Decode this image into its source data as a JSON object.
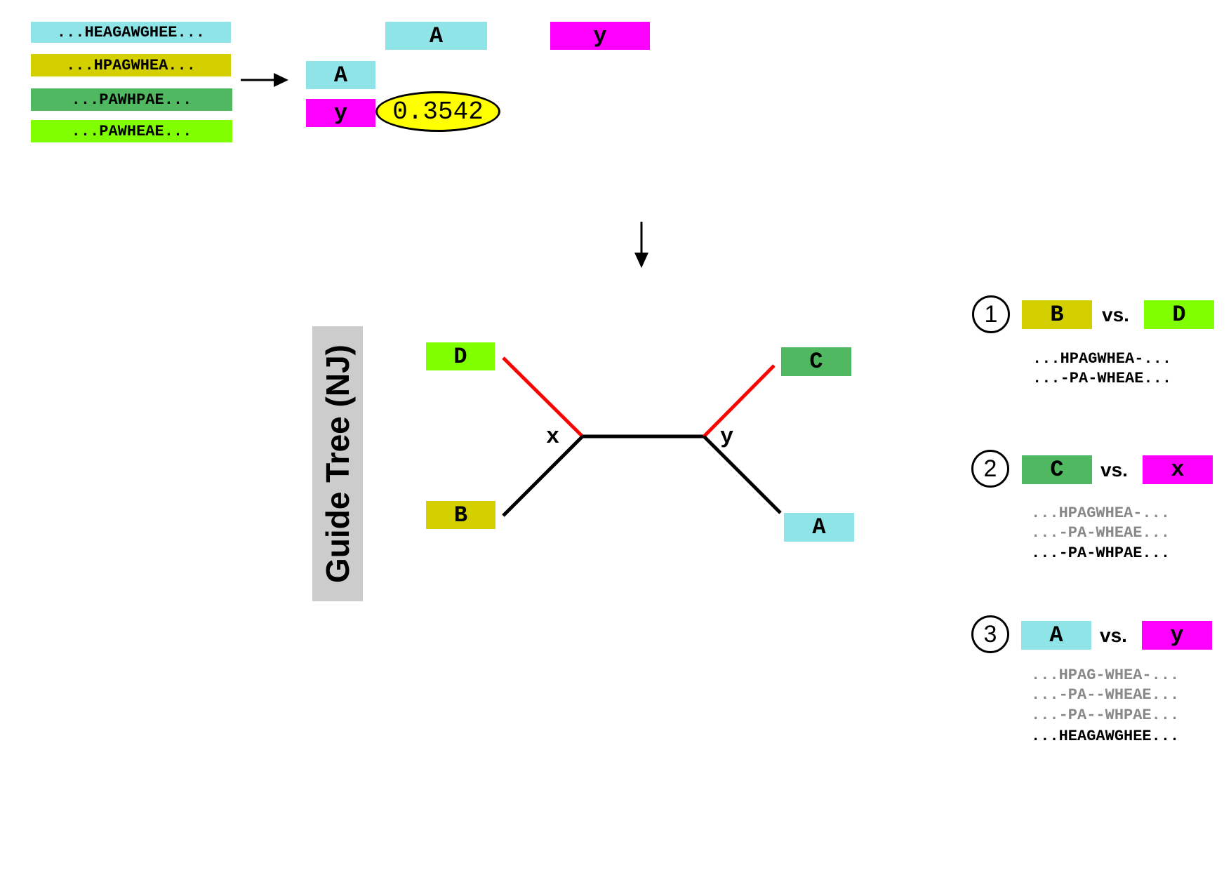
{
  "colors": {
    "cyan": "#8ee4e6",
    "olive": "#d4d000",
    "green": "#4fb860",
    "lime": "#80ff00",
    "magenta": "#ff00ff",
    "yellow": "#ffff00",
    "red": "#ff0000",
    "gray_text": "#888888",
    "guide_bg": "#cccccc"
  },
  "sequences": [
    "...HEAGAWGHEE...",
    "...HPAGWHEA...",
    "...PAWHPAE...",
    "...PAWHEAE..."
  ],
  "matrix": {
    "col_a": "A",
    "col_y": "y",
    "row_a": "A",
    "row_y": "y",
    "score": "0.3542"
  },
  "guide_tree_label": "Guide Tree (NJ)",
  "tree": {
    "leaf_d": "D",
    "leaf_b": "B",
    "leaf_c": "C",
    "leaf_a": "A",
    "node_x": "x",
    "node_y": "y"
  },
  "steps": [
    {
      "number": "1",
      "left": "B",
      "vs": "vs.",
      "right": "D",
      "alignment": [
        {
          "text": "...HPAGWHEA-...",
          "muted": false
        },
        {
          "text": "...-PA-WHEAE...",
          "muted": false
        }
      ]
    },
    {
      "number": "2",
      "left": "C",
      "vs": "vs.",
      "right": "x",
      "alignment": [
        {
          "text": "...HPAGWHEA-...",
          "muted": true
        },
        {
          "text": "...-PA-WHEAE...",
          "muted": true
        },
        {
          "text": "...-PA-WHPAE...",
          "muted": false
        }
      ]
    },
    {
      "number": "3",
      "left": "A",
      "vs": "vs.",
      "right": "y",
      "alignment": [
        {
          "text": "...HPAG-WHEA-...",
          "muted": true
        },
        {
          "text": "...-PA--WHEAE...",
          "muted": true
        },
        {
          "text": "...-PA--WHPAE...",
          "muted": true
        },
        {
          "text": "...HEAGAWGHEE...",
          "muted": false
        }
      ]
    }
  ]
}
